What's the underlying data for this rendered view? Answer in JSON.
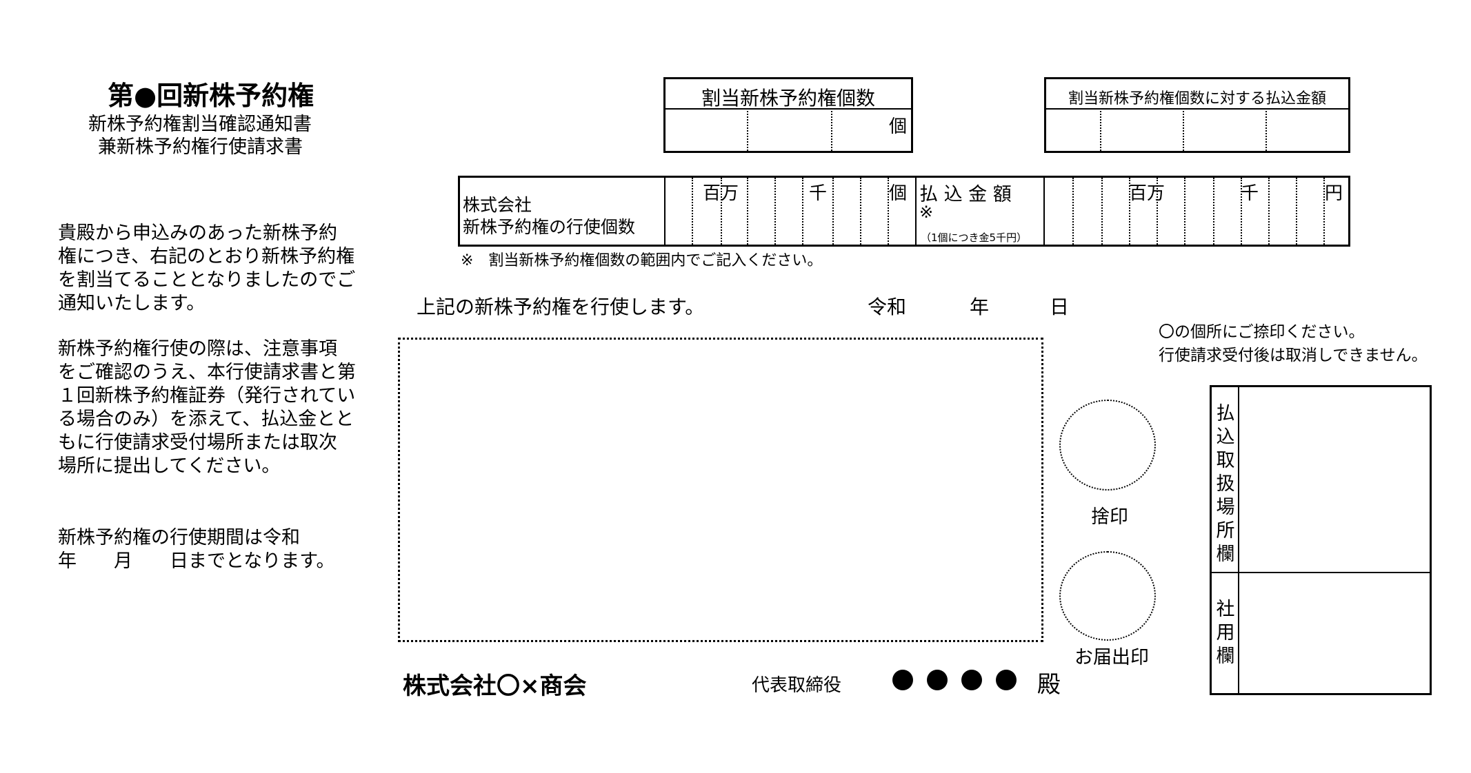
{
  "header": {
    "title": "第●回新株予約権",
    "subtitle1": "新株予約権割当確認通知書",
    "subtitle2": "兼新株予約権行使請求書"
  },
  "paragraph1": {
    "lines": [
      "貴殿から申込みのあった新株予約",
      "権につき、右記のとおり新株予約権",
      "を割当てることとなりましたのでご",
      "通知いたします。"
    ]
  },
  "paragraph2": {
    "lines": [
      "新株予約権行使の際は、注意事項",
      "をご確認のうえ、本行使請求書と第",
      "１回新株予約権証券（発行されてい",
      "る場合のみ）を添えて、払込金とと",
      "もに行使請求受付場所または取次",
      "場所に提出してください。"
    ]
  },
  "paragraph3": {
    "lines": [
      "新株予約権の行使期間は令和",
      "年　　月　　日までとなります。"
    ]
  },
  "allot_count_box": {
    "label": "割当新株予約権個数",
    "unit": "個"
  },
  "allot_payment_box": {
    "label": "割当新株予約権個数に対する払込金額"
  },
  "exercise_row": {
    "label1": "株式会社",
    "label2": "新株予約権の行使個数",
    "unit_million": "百万",
    "unit_thousand": "千",
    "unit_count": "個",
    "payment_label": "払 込 金 額",
    "payment_mark": "※",
    "payment_note": "（1個につき金5千円）",
    "yen_million": "百万",
    "yen_thousand": "千",
    "yen_unit": "円"
  },
  "note": "※　割当新株予約権個数の範囲内でご記入ください。",
  "exercise_statement": "上記の新株予約権を行使します。",
  "date": {
    "era": "令和",
    "year": "年",
    "day": "日"
  },
  "seal_notice": {
    "line1": "〇の個所にご捺印ください。",
    "line2": "行使請求受付後は取消しできません。"
  },
  "seals": {
    "sute_in": "捨印",
    "todokede_in": "お届出印"
  },
  "side_box": {
    "top_label": [
      "払",
      "込",
      "取",
      "扱",
      "場",
      "所",
      "欄"
    ],
    "bottom_label": [
      "社",
      "用",
      "欄"
    ]
  },
  "footer": {
    "company": "株式会社〇×商会",
    "role": "代表取締役",
    "dono": "殿"
  }
}
